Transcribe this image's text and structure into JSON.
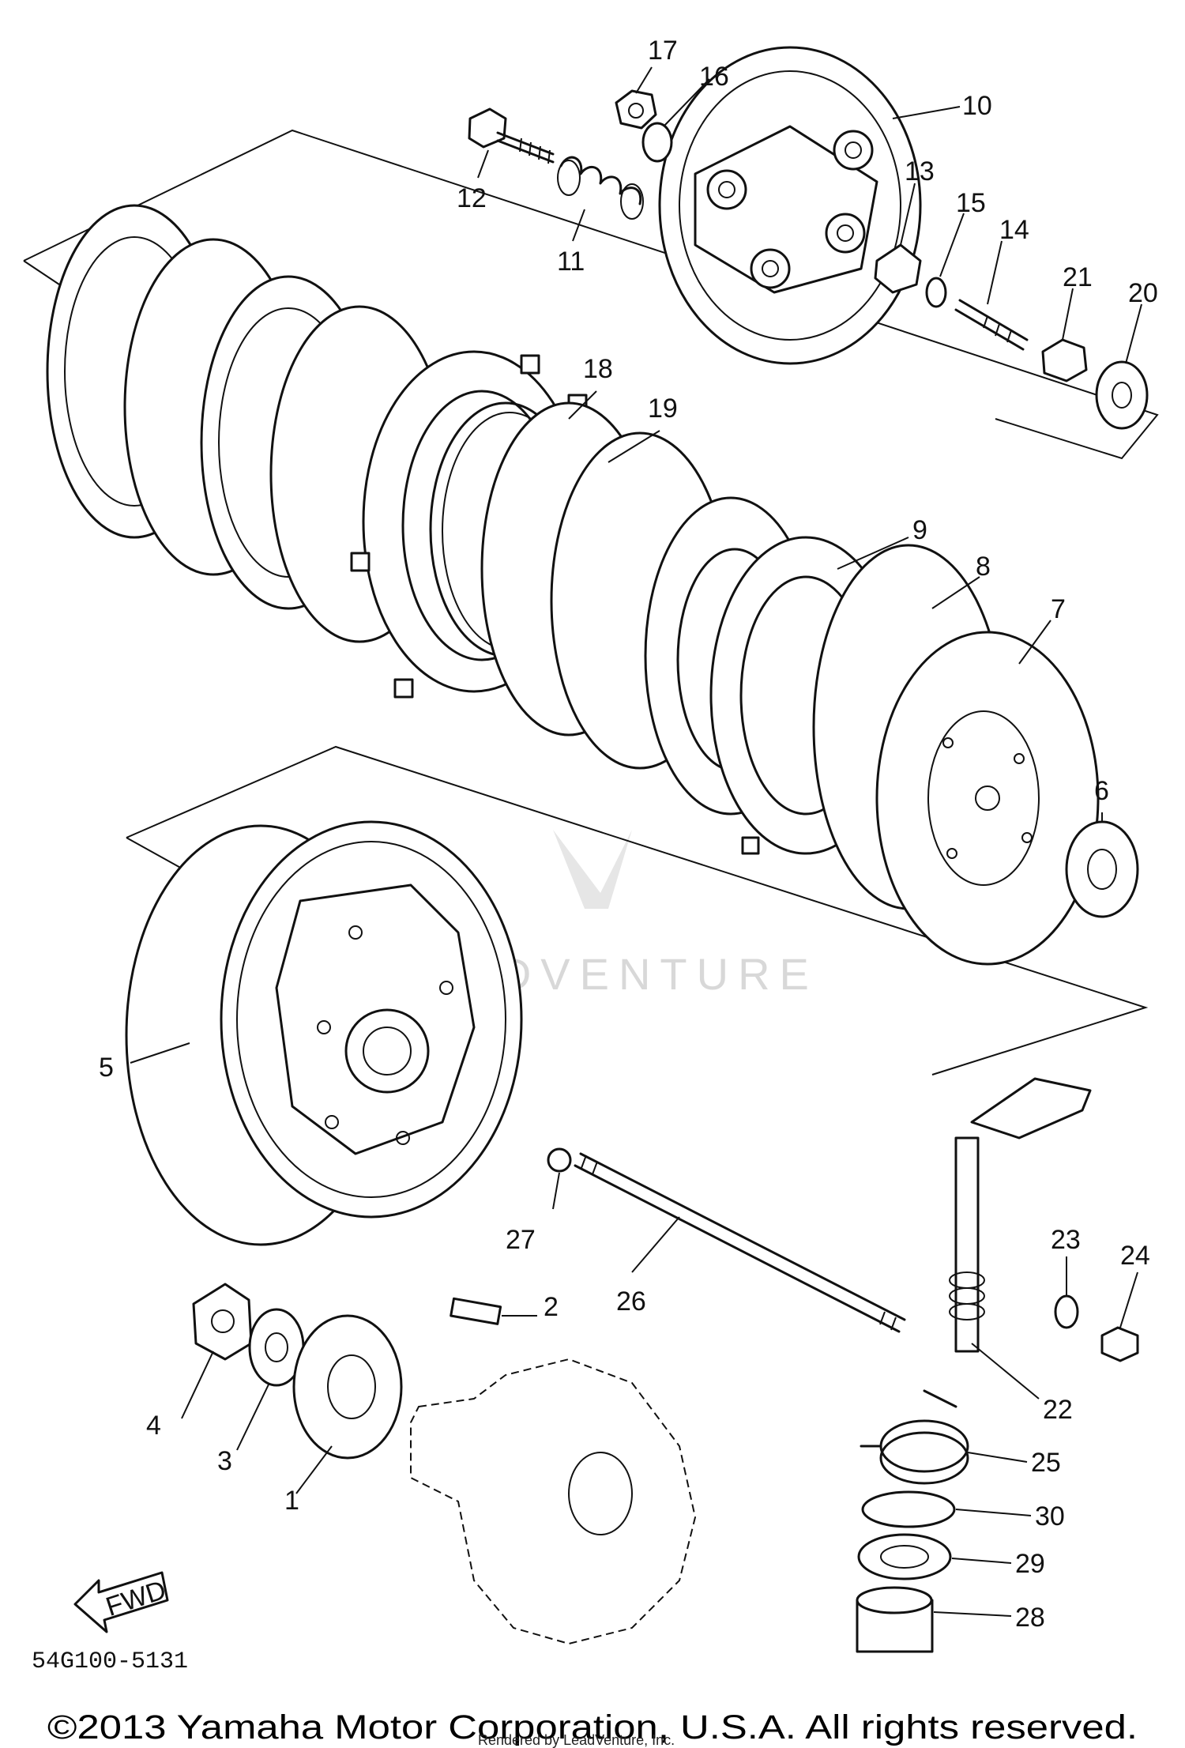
{
  "diagram": {
    "code": "54G100-5131",
    "fwd_label": "FWD",
    "copyright": "©2013 Yamaha Motor Corporation, U.S.A. All rights reserved.",
    "rendered_by": "Rendered by LeadVenture, Inc.",
    "watermark": "LEADVENTURE",
    "callouts": [
      "1",
      "2",
      "3",
      "4",
      "5",
      "6",
      "7",
      "8",
      "9",
      "10",
      "11",
      "12",
      "13",
      "14",
      "15",
      "16",
      "17",
      "18",
      "19",
      "20",
      "21",
      "22",
      "23",
      "24",
      "25",
      "26",
      "27",
      "28",
      "29",
      "30"
    ]
  }
}
